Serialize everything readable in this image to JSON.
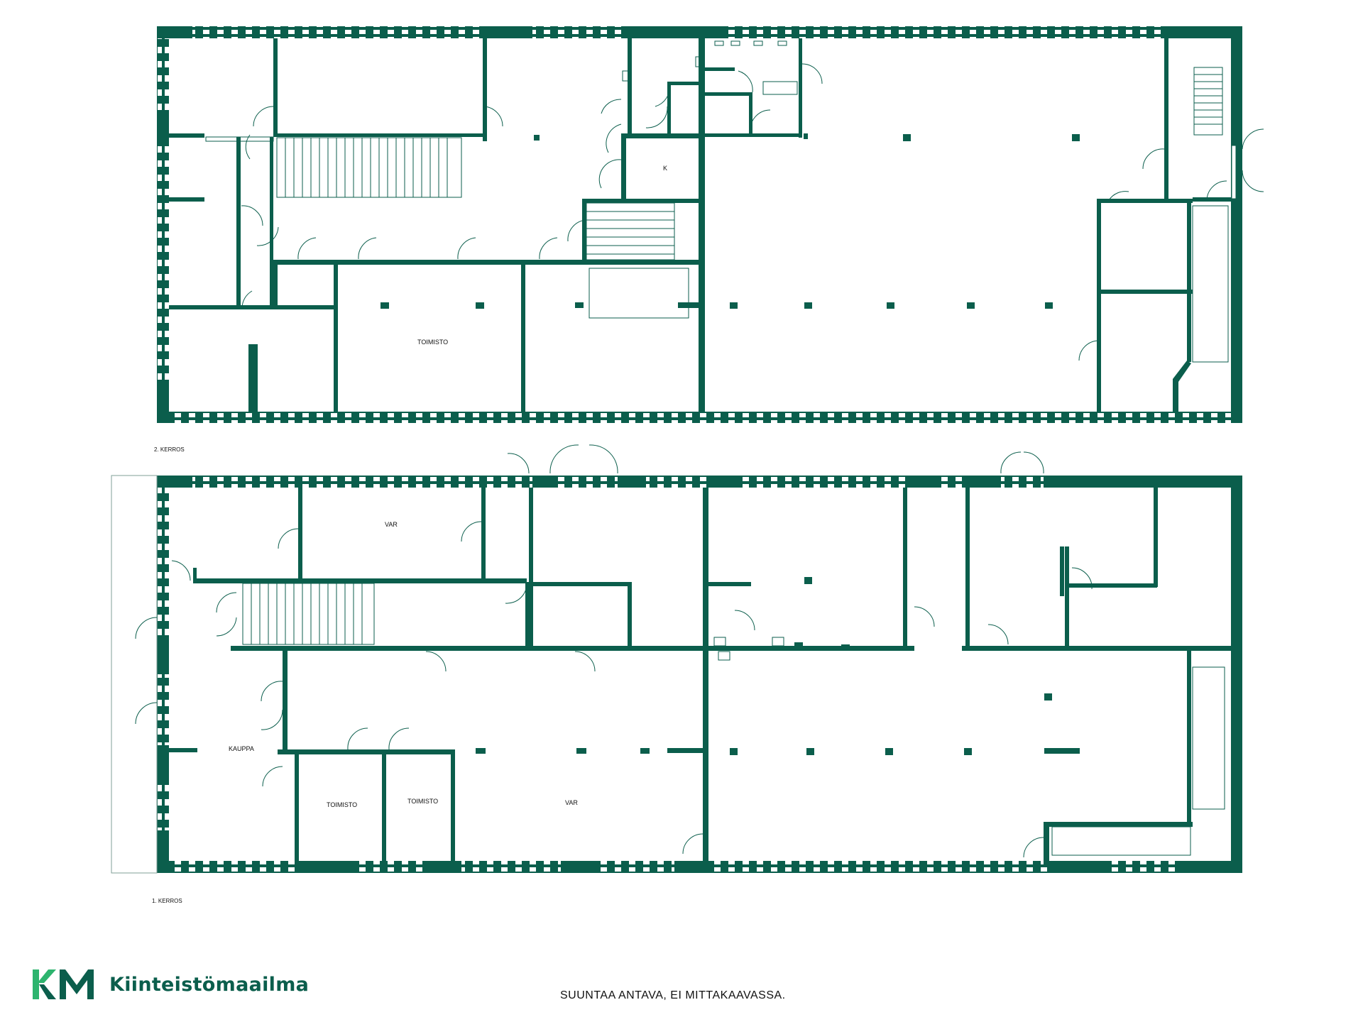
{
  "colors": {
    "wall": "#0b5e4c",
    "logo_light": "#2db46e",
    "text": "#111111",
    "background": "#ffffff"
  },
  "floor_upper": {
    "label": "2. KERROS",
    "rooms": {
      "toimisto": "TOIMISTO",
      "k": "K"
    }
  },
  "floor_lower": {
    "label": "1. KERROS",
    "rooms": {
      "var_top": "VAR",
      "kauppa": "KAUPPA",
      "toimisto_1": "TOIMISTO",
      "toimisto_2": "TOIMISTO",
      "var_bottom": "VAR"
    }
  },
  "logo": {
    "icon": "km-logo-icon",
    "text": "Kiinteistömaailma"
  },
  "disclaimer": "SUUNTAA ANTAVA, EI MITTAKAAVASSA."
}
